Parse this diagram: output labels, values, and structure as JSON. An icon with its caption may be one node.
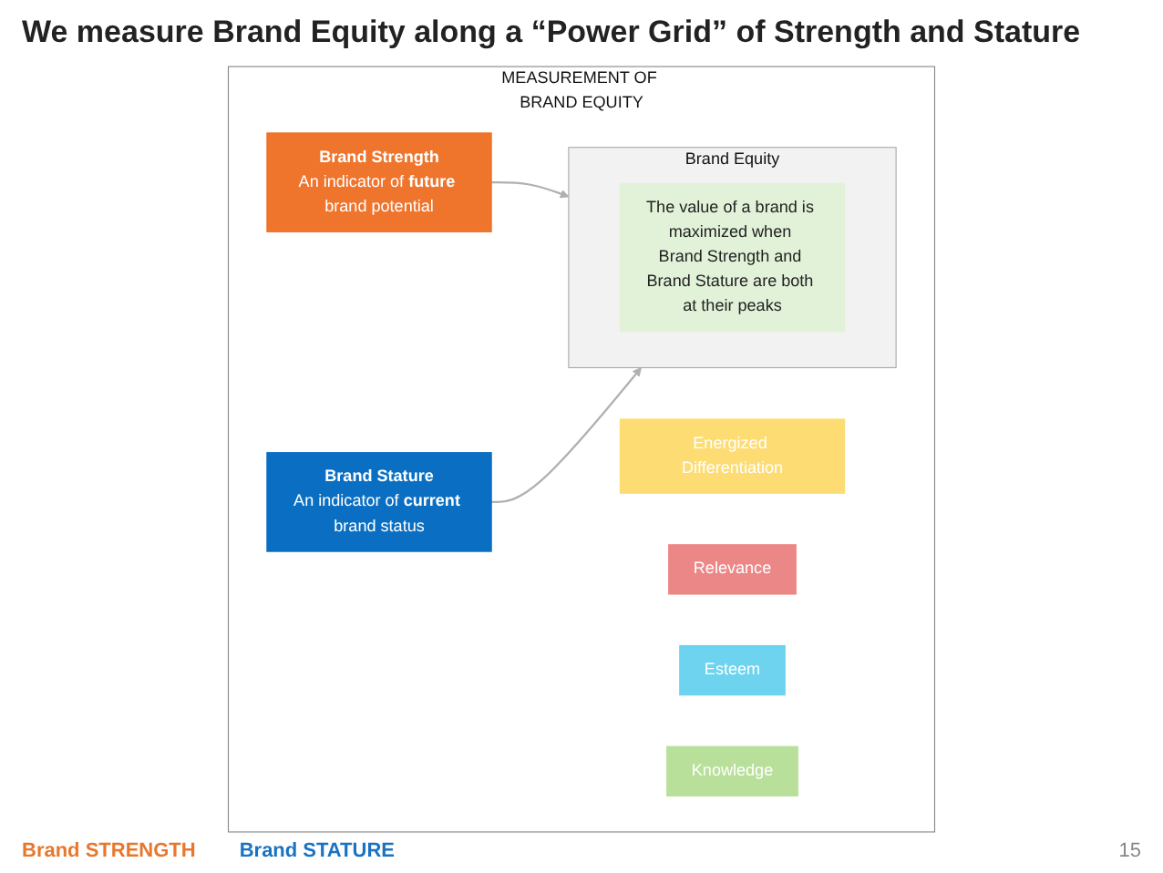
{
  "diagram": {
    "title": "We measure Brand Equity along a “Power Grid” of Strength and Stature",
    "nodes": [
      {
        "text": [
          "MEASUREMENT OF BRAND EQUITY"
        ]
      },
      {
        "text": [
          "Energized Differentiation"
        ],
        "in": 0
      },
      {
        "text": [
          "Relevance"
        ],
        "in": 0
      },
      {
        "text": [
          "Brand Strength",
          "An indicator of **future** brand potential"
        ],
        "in": 0
      },
      {
        "text": [
          "Brand Equity"
        ],
        "in": 0
      },
      {
        "text": [
          "The value of a brand is maximized when Brand Strength and Brand Stature are both at their peaks"
        ],
        "in": 4
      },
      {
        "text": [
          "Esteem"
        ],
        "in": 0
      },
      {
        "text": [
          "Knowledge"
        ],
        "in": 0
      },
      {
        "text": [
          "Brand Stature",
          "An indicator of **current** brand status"
        ],
        "in": 0
      }
    ],
    "edges": [
      {
        "from": 3,
        "to": 4,
        "arrow": "to"
      },
      {
        "from": 8,
        "to": 4,
        "arrow": "to"
      }
    ],
    "labels": [
      "Brand STRENGTH",
      "Brand STATURE",
      "15"
    ]
  }
}
